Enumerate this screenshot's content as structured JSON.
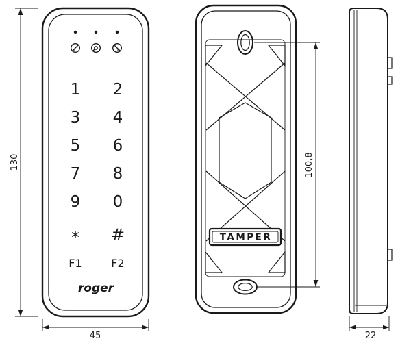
{
  "drawing": {
    "front_view": {
      "leds": [
        "led-dot",
        "led-dot",
        "led-dot"
      ],
      "indicator_icons": [
        "key-icon",
        "proximity-icon",
        "key-icon"
      ],
      "keys": [
        [
          "1",
          "2"
        ],
        [
          "3",
          "4"
        ],
        [
          "5",
          "6"
        ],
        [
          "7",
          "8"
        ],
        [
          "9",
          "0"
        ],
        [
          "*",
          "#"
        ],
        [
          "F1",
          "F2"
        ]
      ],
      "brand": "roger"
    },
    "back_view": {
      "tamper_label": "TAMPER"
    },
    "dimensions": {
      "front_height": "130",
      "front_width": "45",
      "hole_spacing": "100,8",
      "depth": "22"
    },
    "colors": {
      "line": "#1a1a1a",
      "background": "#ffffff"
    }
  }
}
